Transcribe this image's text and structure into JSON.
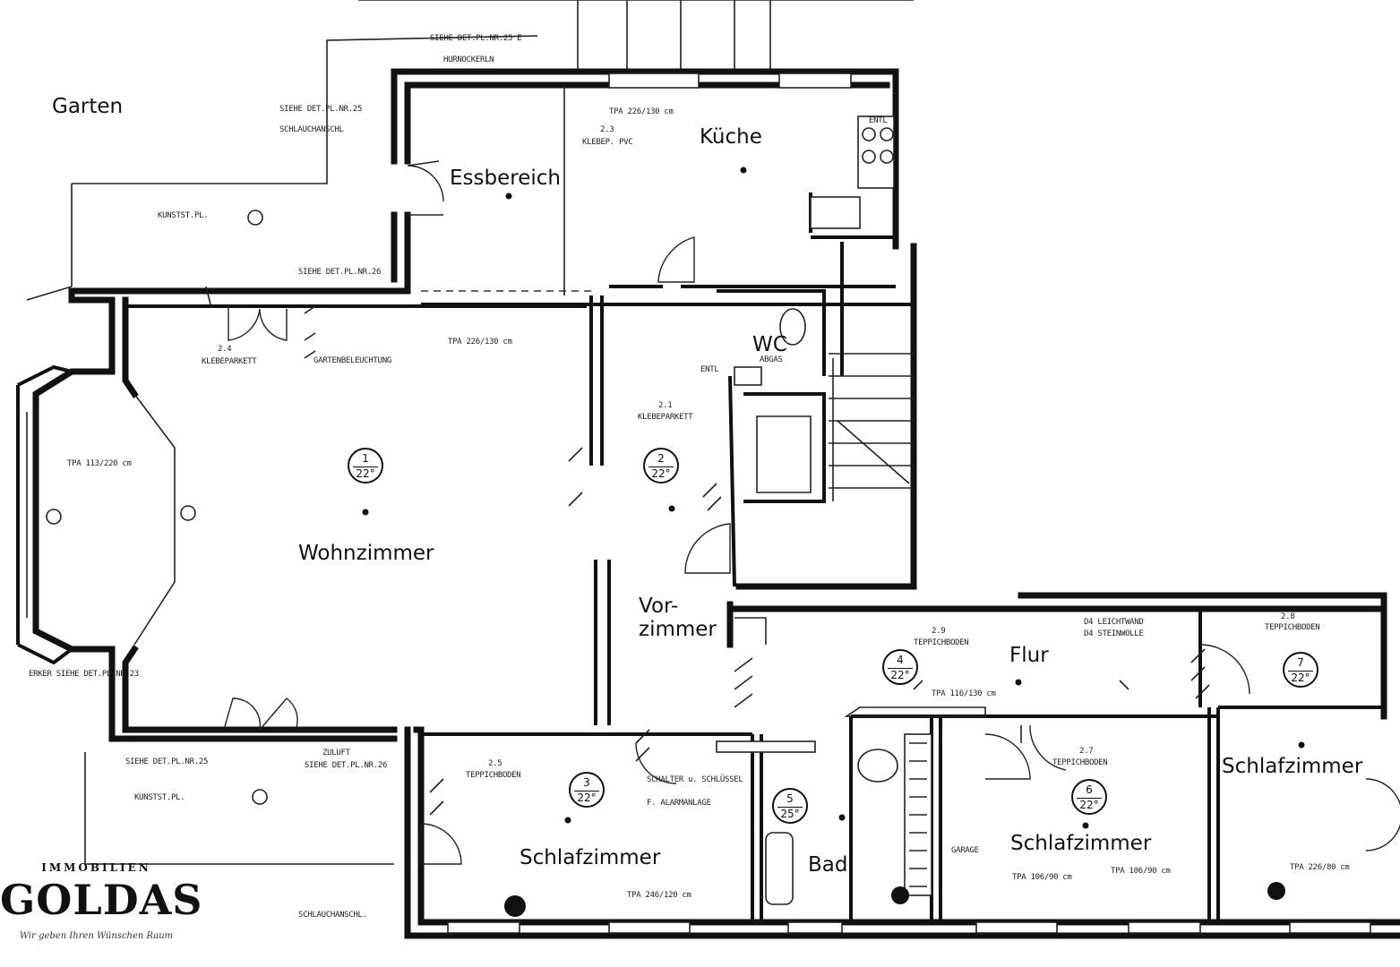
{
  "rooms": {
    "garten": "Garten",
    "kueche": "Küche",
    "essbereich": "Essbereich",
    "wc": "WC",
    "wohnzimmer": "Wohnzimmer",
    "vorzimmer": "Vor-\nzimmer",
    "flur": "Flur",
    "schlafzimmer_1": "Schlafzimmer",
    "schlafzimmer_2": "Schlafzimmer",
    "schlafzimmer_3": "Schlafzimmer",
    "bad": "Bad"
  },
  "room_tags": [
    {
      "number": "1",
      "temp": "22°"
    },
    {
      "number": "2",
      "temp": "22°"
    },
    {
      "number": "3",
      "temp": "22°"
    },
    {
      "number": "4",
      "temp": "22°"
    },
    {
      "number": "5",
      "temp": "25°"
    },
    {
      "number": "6",
      "temp": "22°"
    },
    {
      "number": "7",
      "temp": "22°"
    }
  ],
  "annotations": {
    "siehe_e": "SIEHE DET.PL.NR.25 E",
    "hurnockerln": "HURNOCKERLN",
    "siehe_a": "SIEHE DET.PL.NR.25",
    "schlauchanschl": "SCHLAUCHANSCHL",
    "kunstst_pl_1": "KUNSTST.PL.",
    "kunstst_pl_2": "KUNSTST.PL.",
    "siehe_b": "SIEHE DET.PL.NR.26",
    "room23": "2.3",
    "klebe_pvc": "KLEBEP. PVC",
    "room24": "2.4",
    "klebeparkett_24": "KLEBEPARKETT",
    "gartenbeleuchtung": "GARTENBELEUCHTUNG",
    "tpa_top": "TPA 226/130 cm",
    "tpa_mid": "TPA 226/130 cm",
    "tpa_left": "TPA 113/220 cm",
    "room21": "2.1",
    "klebeparkett_21": "KLEBEPARKETT",
    "erker": "ERKER SIEHE DET.PL.NR.23",
    "room29": "2.9",
    "teppichboden_29": "TEPPICHBODEN",
    "leichtwand": "D4 LEICHTWAND",
    "steinwolle": "D4 STEINWOLLE",
    "room28": "2.8",
    "teppichboden_28": "TEPPICHBODEN",
    "tpa_flur": "TPA 116/130 cm",
    "room25": "2.5",
    "teppichboden_25": "TEPPICHBODEN",
    "zuluft": "ZULUFT",
    "siehe_det_26": "SIEHE DET.PL.NR.26",
    "schaltschrank": "SCHALTER u. SCHLÜSSEL",
    "alarmanlage": "F. ALARMANLAGE",
    "room27": "2.7",
    "teppichboden_27": "TEPPICHBODEN",
    "garage": "GARAGE",
    "tpa_bed1": "TPA 246/120 cm",
    "tpa_bed2a": "TPA 106/90 cm",
    "tpa_bed2b": "TPA 106/90 cm",
    "tpa_bed3": "TPA 226/80 cm",
    "schlauchanschl_2": "SCHLAUCHANSCHL.",
    "abgas": "ABGAS",
    "entl_1": "ENTL",
    "entl_2": "ENTL"
  },
  "logo": {
    "line1": "IMMOBILIEN",
    "line2": "GOLDAS",
    "tagline": "Wir geben Ihren Wünschen Raum"
  }
}
